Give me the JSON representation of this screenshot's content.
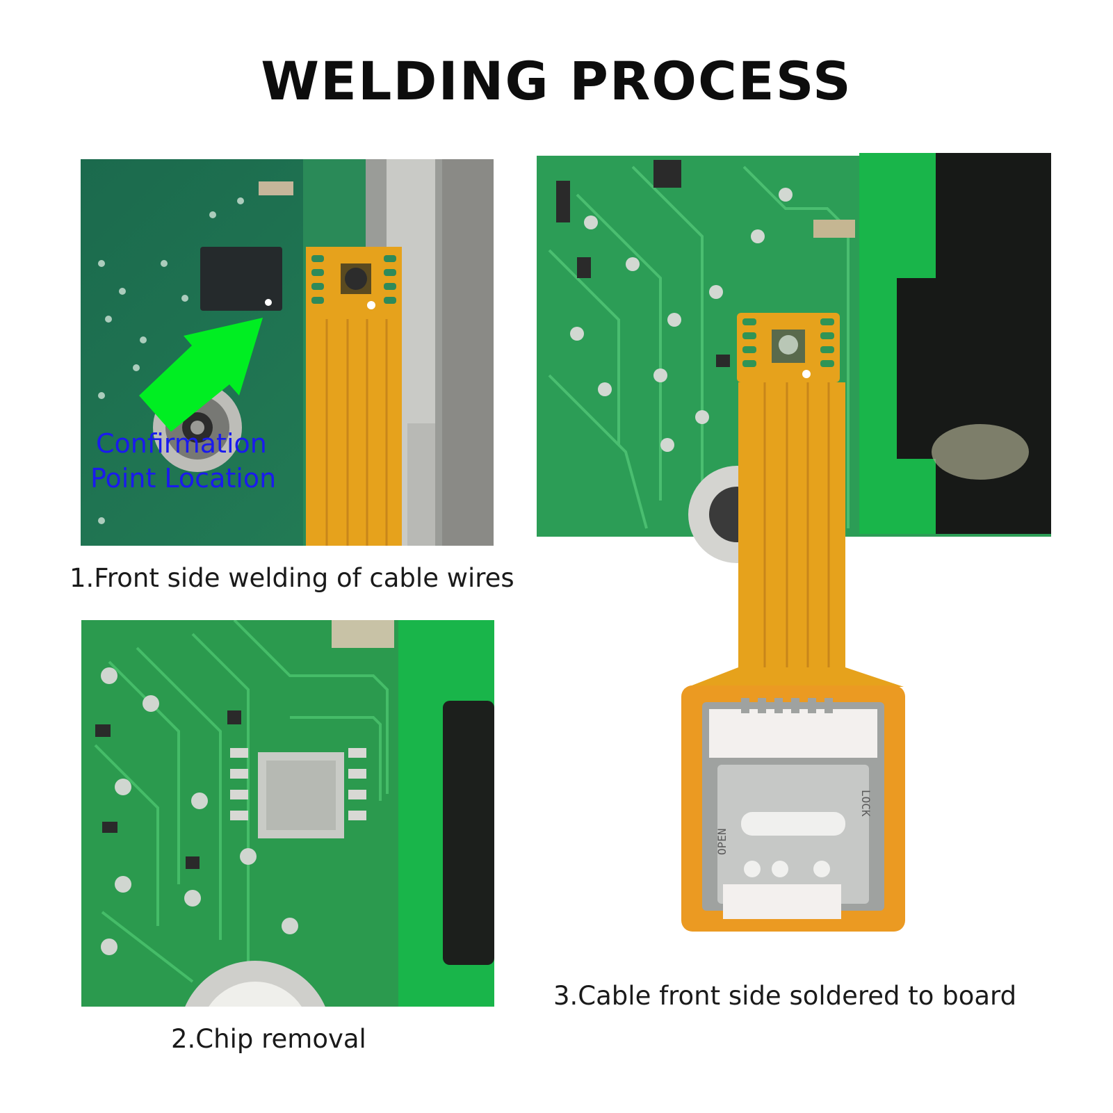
{
  "page": {
    "title": "WELDING PROCESS"
  },
  "steps": [
    {
      "caption": "1.Front side welding of cable wires",
      "annotation": "Confirmation Point Location"
    },
    {
      "caption": "2.Chip removal"
    },
    {
      "caption": "3.Cable front side soldered to board"
    }
  ],
  "sim_tray": {
    "open_label": "OPEN",
    "lock_label": "LOCK"
  },
  "colors": {
    "pcb_dark": "#1f7a55",
    "pcb_bright": "#19b54a",
    "flex_cable": "#e6a21c",
    "arrow": "#00ee22",
    "annotation_text": "#1a1aee"
  }
}
